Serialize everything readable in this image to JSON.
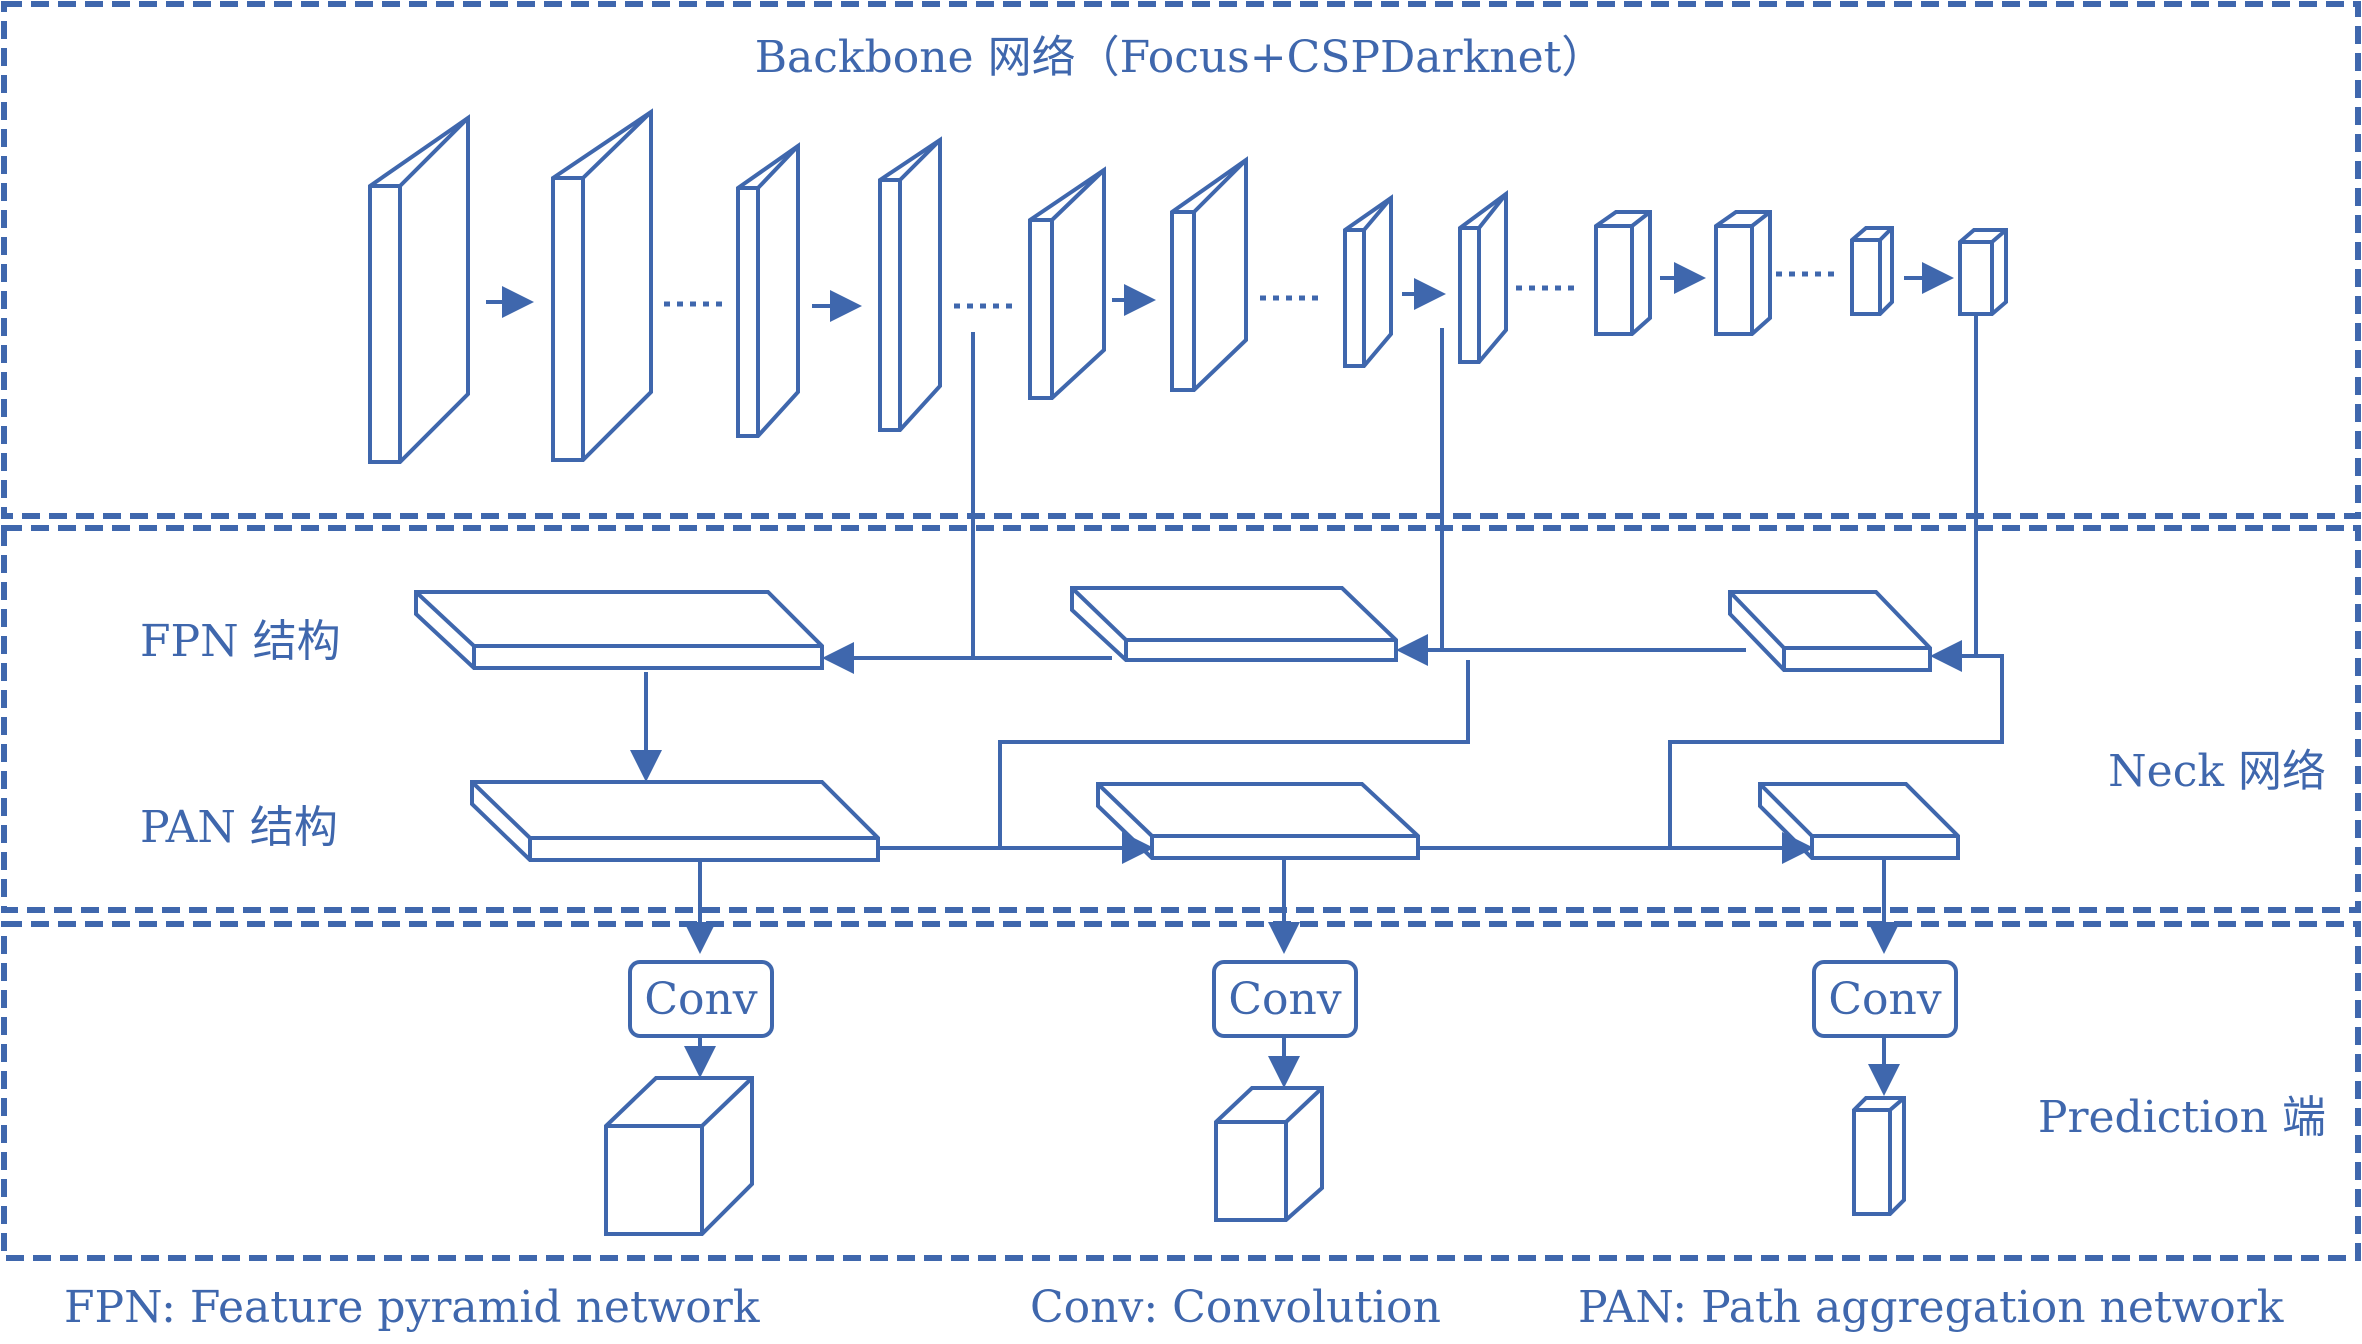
{
  "backbone": {
    "title": "Backbone 网络（Focus+CSPDarknet）"
  },
  "neck": {
    "label": "Neck 网络",
    "fpn_label": "FPN 结构",
    "pan_label": "PAN 结构"
  },
  "prediction": {
    "label": "Prediction 端",
    "conv_labels": [
      "Conv",
      "Conv",
      "Conv"
    ]
  },
  "legend": {
    "fpn": "FPN: Feature pyramid network",
    "conv": "Conv: Convolution",
    "pan": "PAN: Path aggregation network"
  },
  "colors": {
    "stroke": "#3f67ad",
    "text": "#3f67ad",
    "background": "#ffffff"
  }
}
